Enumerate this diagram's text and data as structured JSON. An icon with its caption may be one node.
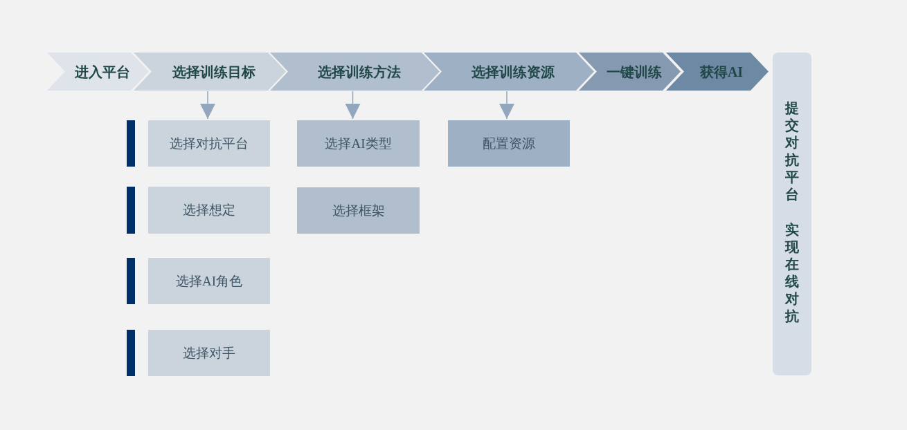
{
  "diagram": {
    "nodes": [
      {
        "text": [
          "进入平台"
        ]
      },
      {
        "text": [
          "选择训练目标"
        ]
      },
      {
        "text": [
          "选择训练方法"
        ]
      },
      {
        "text": [
          "选择训练资源"
        ]
      },
      {
        "text": [
          "一键训练"
        ]
      },
      {
        "text": [
          "获得AI"
        ]
      },
      {
        "text": [
          "选择对抗平台"
        ]
      },
      {
        "text": [
          "选择想定"
        ]
      },
      {
        "text": [
          "选择AI角色"
        ]
      },
      {
        "text": [
          "选择对手"
        ]
      },
      {
        "text": [
          "选择AI类型"
        ]
      },
      {
        "text": [
          "选择框架"
        ]
      },
      {
        "text": [
          "配置资源"
        ]
      },
      {
        "text": [
          "提交对抗平台",
          "实现在线对抗"
        ]
      }
    ],
    "edges": [
      {
        "from": 1,
        "to": 6,
        "arrow": "to"
      },
      {
        "from": 2,
        "to": 10,
        "arrow": "to"
      },
      {
        "from": 3,
        "to": 12,
        "arrow": "to"
      }
    ]
  }
}
